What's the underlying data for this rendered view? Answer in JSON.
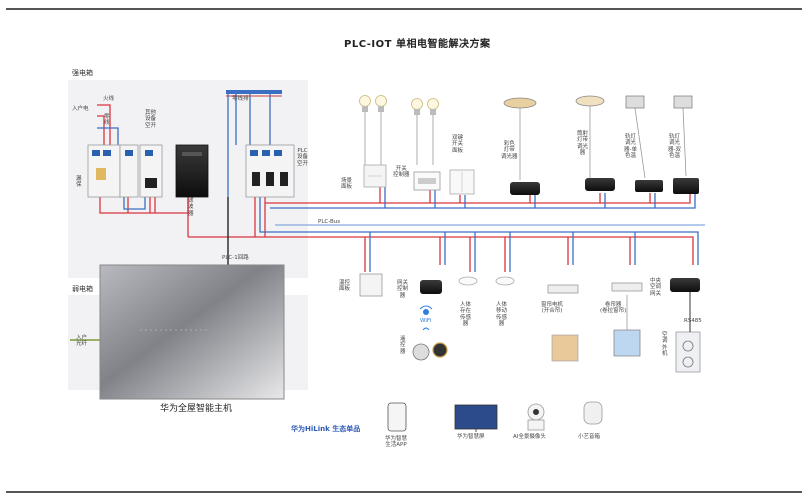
{
  "title": "PLC-IOT 单相电智能解决方案",
  "strong_box_label": "强电箱",
  "weak_box_label": "弱电箱",
  "main_host_label": "华为全屋智能主机",
  "hilink_label": "华为HiLink 生态单品",
  "breaker_labels": {
    "fire_wire": "火线",
    "into_house": "入户电",
    "zero_wire": "零\n线",
    "other_equip": "其他\n设备\n空开",
    "leak": "漏\n保",
    "filter": "滤\n波\n器",
    "zero_bar": "零线排",
    "plc_equip": "PLC\n设备\n空开"
  },
  "bus_labels": {
    "plc_bus": "PLC-Bus",
    "plc_loop": "PLC-1回路",
    "rs485": "RS485"
  },
  "weak_labels": {
    "fiber_in": "入户\n光纤"
  },
  "devices_top": [
    {
      "name": "scene-panel",
      "label": "场景\n面板"
    },
    {
      "name": "switch-controller",
      "label": "开关\n控制器"
    },
    {
      "name": "dual-switch-panel",
      "label": "双键\n开关\n面板"
    },
    {
      "name": "color-strip-dimmer",
      "label": "彩色\n灯带\n调光器"
    },
    {
      "name": "spotlight-dimmer",
      "label": "筒射\n灯带\n调光\n器"
    },
    {
      "name": "track-light-dimmer-single",
      "label": "轨灯\n调光\n器-单\n色温"
    },
    {
      "name": "track-light-dimmer-dual",
      "label": "轨灯\n调光\n器-双\n色温"
    }
  ],
  "devices_bottom": [
    {
      "name": "temp-panel",
      "label": "温控\n面板"
    },
    {
      "name": "gateway-controller",
      "label": "网关\n控制\n器"
    },
    {
      "name": "body-sensor",
      "label": "人体\n存在\n传感\n器"
    },
    {
      "name": "motion-sensor",
      "label": "人体\n移动\n传感\n器"
    },
    {
      "name": "curtain-motor",
      "label": "窗帘电机\n(开合帘)"
    },
    {
      "name": "blind-motor",
      "label": "卷帘器\n(卷拉窗帘)"
    },
    {
      "name": "central-ac-gateway",
      "label": "中央\n空调\n网关"
    },
    {
      "name": "ac-outdoor",
      "label": "空\n调\n外\n机"
    }
  ],
  "extra_labels": {
    "wifi_text": "WiFi",
    "remote": "遥\n控\n器"
  },
  "hilink_products": [
    {
      "name": "phone-app",
      "label": "华为智慧\n生活APP"
    },
    {
      "name": "smart-screen",
      "label": "华为智慧屏"
    },
    {
      "name": "ai-camera",
      "label": "AI全景摄像头"
    },
    {
      "name": "speaker",
      "label": "小艺音箱"
    }
  ],
  "colors": {
    "live": "#d9363e",
    "neutral": "#3a6fc4",
    "ground": "#7a9a3a",
    "bus": "#3a6fc4",
    "box_bg": "#f2f2f4"
  }
}
